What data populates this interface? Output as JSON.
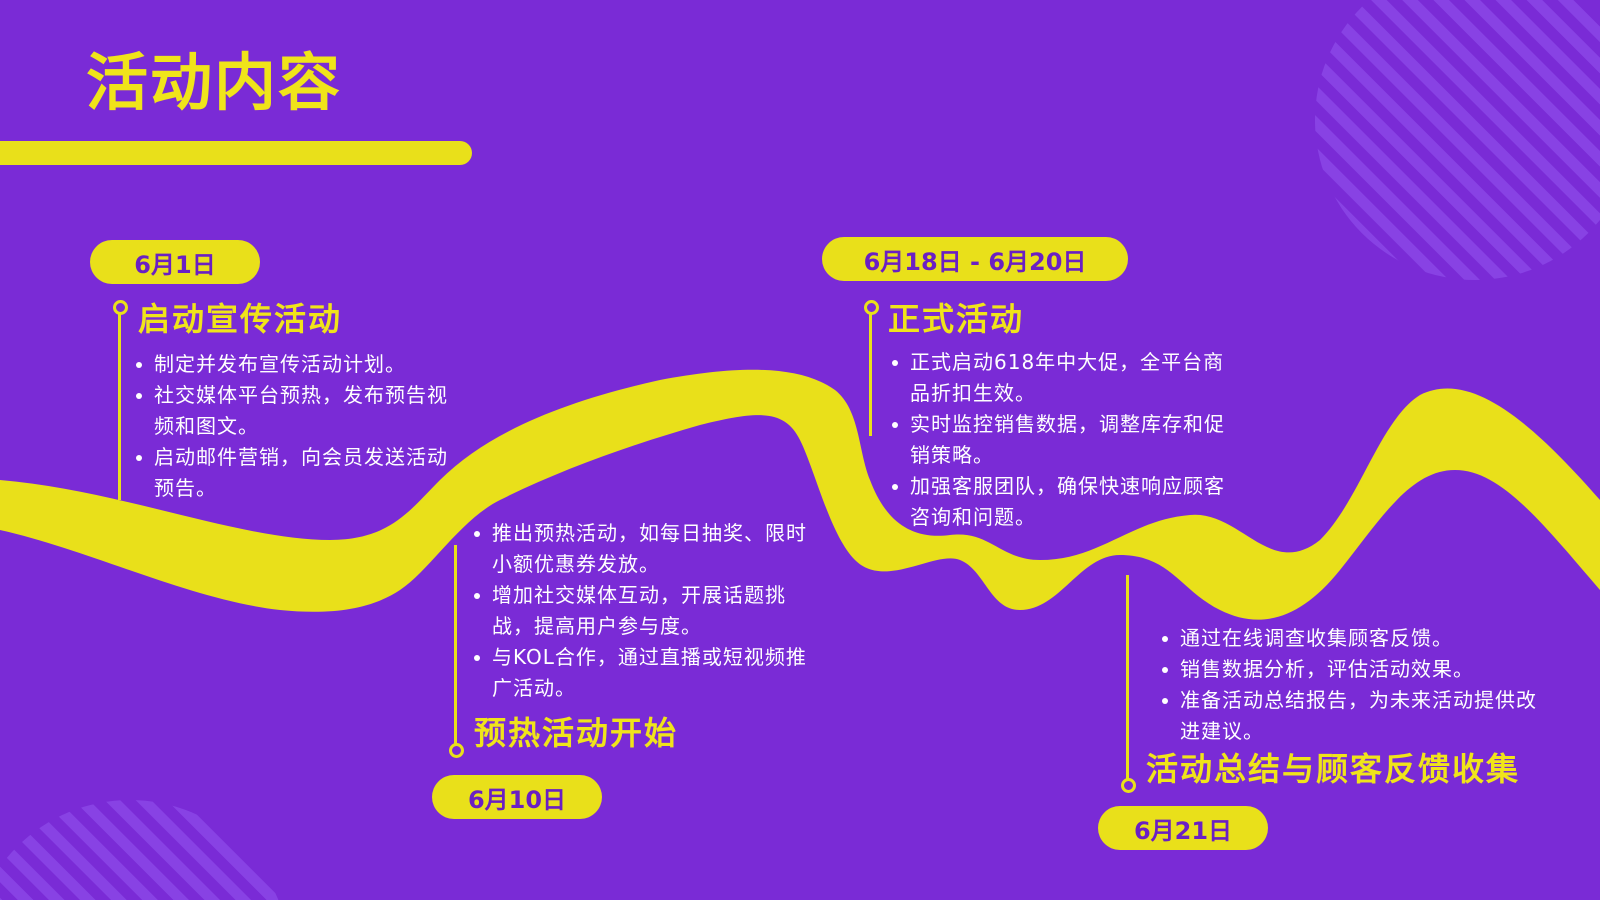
{
  "page": {
    "title": "活动内容"
  },
  "colors": {
    "background": "#7a2bd6",
    "accent_yellow": "#e9e01a",
    "heading_yellow": "#f0e41a",
    "pill_text": "#6a1fc4",
    "body_text": "#ffffff"
  },
  "stages": [
    {
      "date": "6月1日",
      "heading": "启动宣传活动",
      "items": [
        "制定并发布宣传活动计划。",
        "社交媒体平台预热，发布预告视频和图文。",
        "启动邮件营销，向会员发送活动预告。"
      ]
    },
    {
      "date": "6月10日",
      "heading": "预热活动开始",
      "items": [
        "推出预热活动，如每日抽奖、限时小额优惠券发放。",
        "增加社交媒体互动，开展话题挑战，提高用户参与度。",
        "与KOL合作，通过直播或短视频推广活动。"
      ]
    },
    {
      "date": "6月18日 - 6月20日",
      "heading": "正式活动",
      "items": [
        "正式启动618年中大促，全平台商品折扣生效。",
        "实时监控销售数据，调整库存和促销策略。",
        "加强客服团队，确保快速响应顾客咨询和问题。"
      ]
    },
    {
      "date": "6月21日",
      "heading": "活动总结与顾客反馈收集",
      "items": [
        "通过在线调查收集顾客反馈。",
        "销售数据分析，评估活动效果。",
        "准备活动总结报告，为未来活动提供改进建议。"
      ]
    }
  ]
}
